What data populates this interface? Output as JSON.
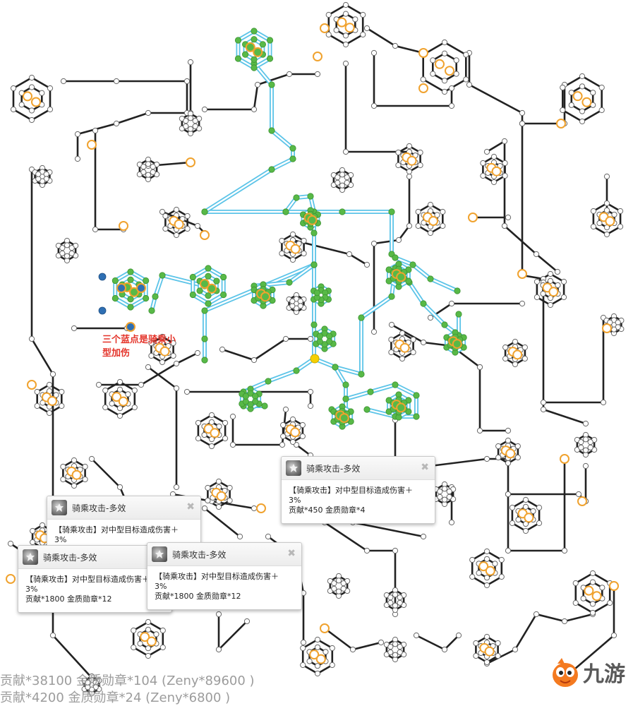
{
  "annotation": {
    "line1": "三个蓝点是骑乘小",
    "line2": "型加伤"
  },
  "tooltips": [
    {
      "title": "骑乘攻击-多效",
      "desc": "【骑乘攻击】对中型目标造成伤害＋",
      "percent": "3%",
      "cost": "贡献*450 金质勋章*4",
      "close": "✖"
    },
    {
      "title": "骑乘攻击-多效",
      "desc": "【骑乘攻击】对中型目标造成伤害＋",
      "percent": "3%",
      "cost": "",
      "close": "✖"
    },
    {
      "title": "骑乘攻击-多效",
      "desc": "【骑乘攻击】对中型目标造成伤害＋",
      "percent": "3%",
      "cost": "贡献*1800 金质勋章*12",
      "close": "✖"
    },
    {
      "title": "骑乘攻击-多效",
      "desc": "【骑乘攻击】对中型目标造成伤害＋",
      "percent": "3%",
      "cost": "贡献*1800 金质勋章*12",
      "close": "✖"
    }
  ],
  "totals": {
    "line1": "贡献*38100 金质勋章*104 (Zeny*89600 )",
    "line2": "贡献*4200 金质勋章*24 (Zeny*6800 )"
  },
  "watermark": {
    "text": "九游"
  },
  "colors": {
    "path_line": "#222222",
    "active_line": "#5cc4e8",
    "node_default": "#ffffff",
    "node_active": "#58b947",
    "node_ring": "#f0a22e",
    "node_selected": "#f5d000",
    "node_blue": "#2e6fb3",
    "note_text": "#e4342a"
  }
}
